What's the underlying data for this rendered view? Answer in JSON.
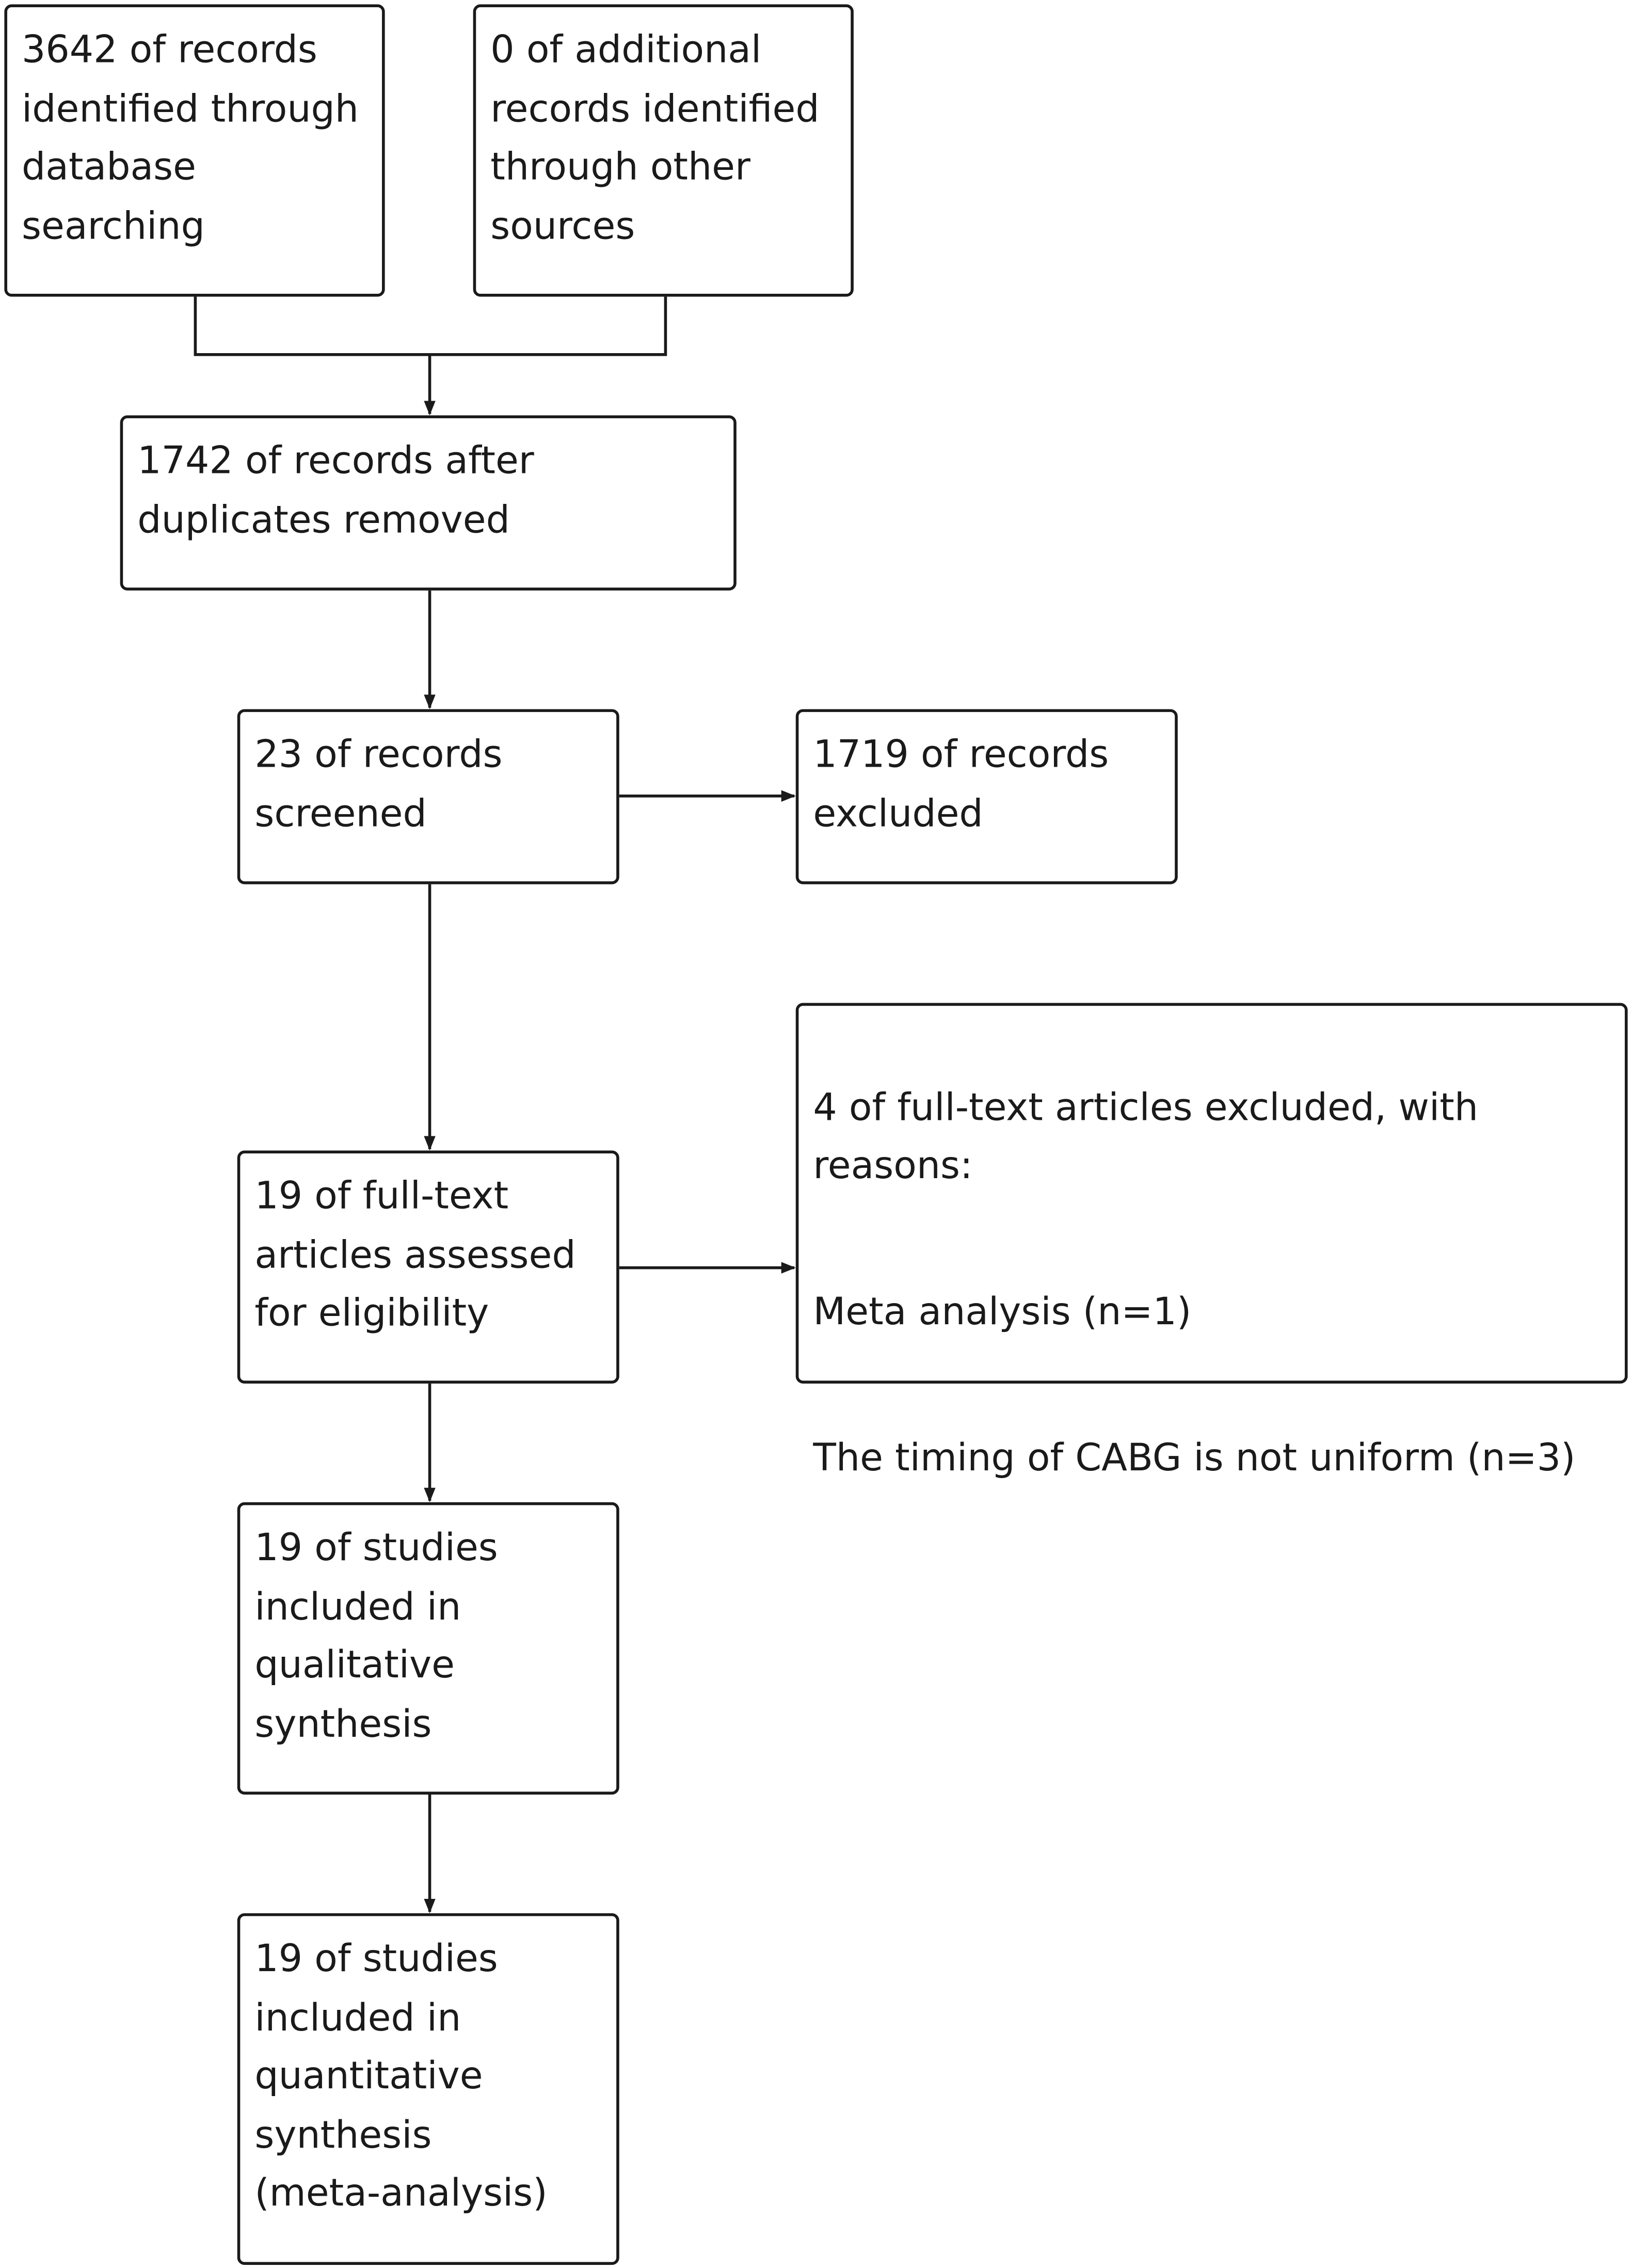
{
  "boxes": {
    "identified_database": "3642 of records\nidentified through\ndatabase\nsearching",
    "identified_other": "0 of additional\nrecords identified\nthrough other\nsources",
    "after_duplicates": "1742 of records after\nduplicates removed",
    "screened": "23 of records\nscreened",
    "excluded": "1719 of records\nexcluded",
    "fulltext_excluded": {
      "heading": "4 of full-text articles excluded, with reasons:",
      "reasons": [
        "Meta analysis (n=1)",
        "The timing of CABG is not uniform (n=3)"
      ]
    },
    "fulltext_assessed": "19 of full-text\narticles assessed\nfor eligibility",
    "qualitative": "19 of studies\nincluded in\nqualitative\nsynthesis",
    "quantitative": "19 of studies\nincluded in\nquantitative\nsynthesis\n(meta-analysis)"
  },
  "colors": {
    "line": "#1a1a1a",
    "background": "#ffffff"
  }
}
